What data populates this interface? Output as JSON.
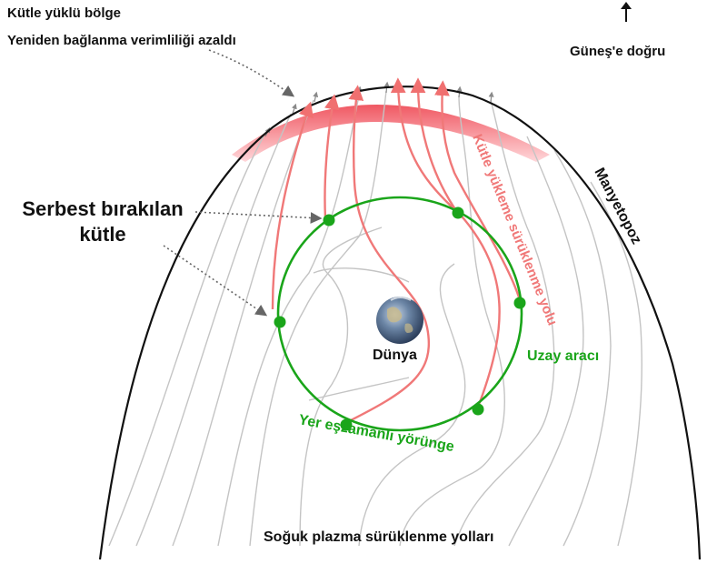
{
  "labels": {
    "mass_loaded_region": "Kütle yüklü bölge",
    "reconnection_reduced": "Yeniden bağlanma verimliliği azaldı",
    "toward_sun": "Güneş'e doğru",
    "released_mass_line1": "Serbest bırakılan",
    "released_mass_line2": "kütle",
    "magnetopause": "Manyetopoz",
    "mass_loading_drift_path": "Kütle yükleme sürüklenme yolu",
    "earth": "Dünya",
    "spacecraft": "Uzay aracı",
    "geosync_orbit": "Yer eşzamanlı yörünge",
    "cold_plasma_paths": "Soğuk plazma sürüklenme yolları"
  },
  "colors": {
    "orbit": "#1aa51a",
    "drift_path": "#f07878",
    "mass_region": "#f05a64",
    "field_line": "#c4c4c4",
    "magnetopause": "#111111"
  }
}
